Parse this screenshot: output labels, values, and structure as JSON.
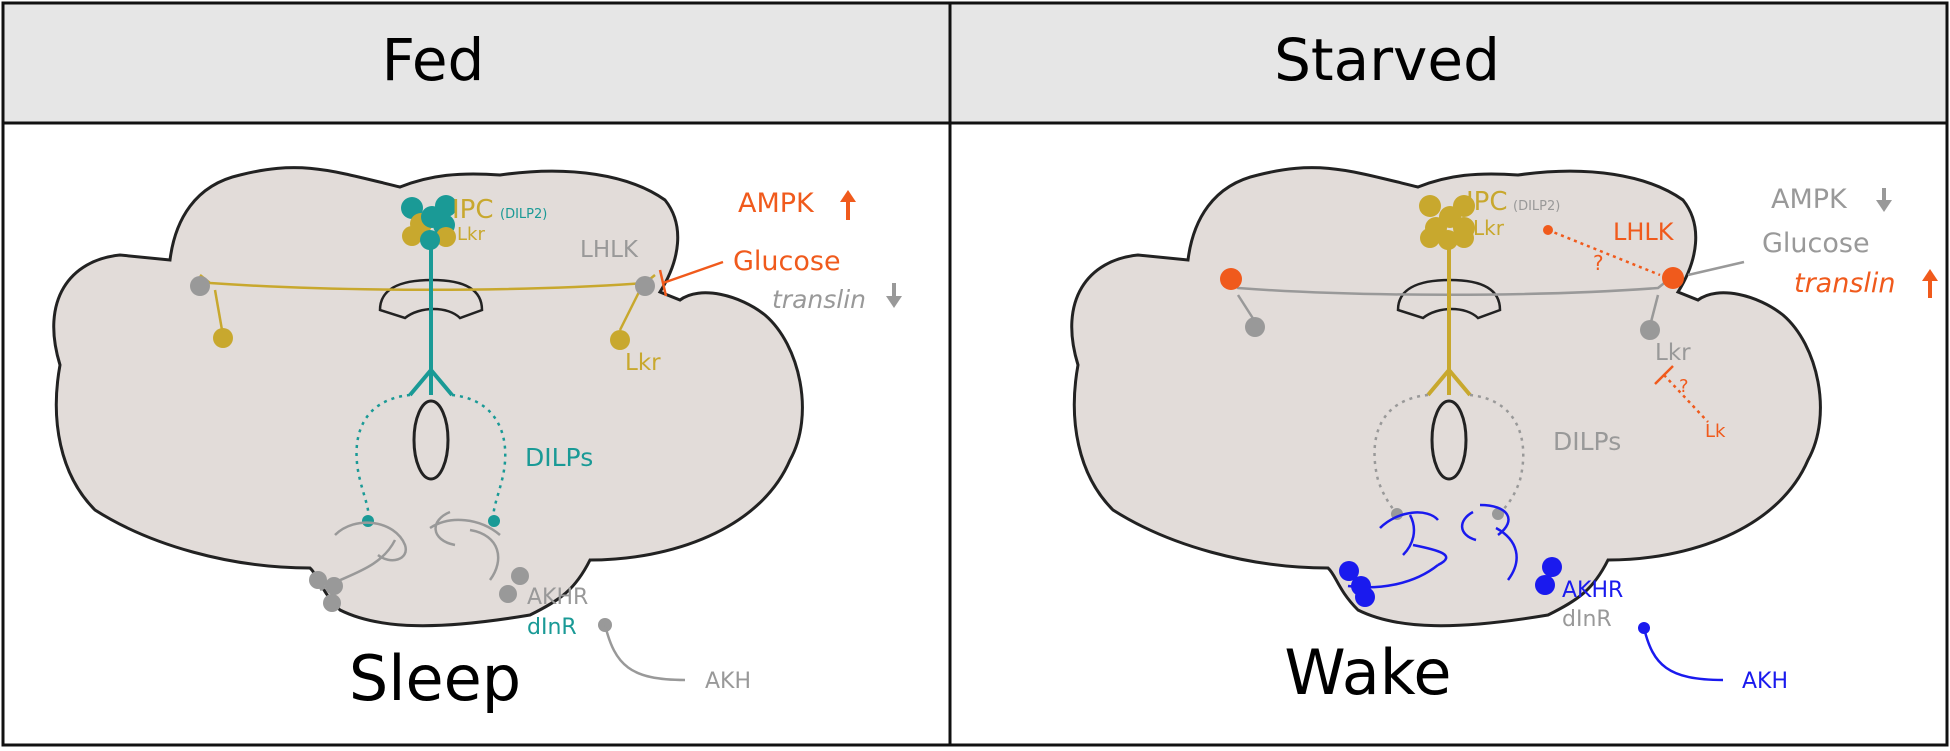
{
  "colors": {
    "header_bg": "#e6e6e6",
    "brain_fill": "#e2dcd9",
    "teal": "#1a9a96",
    "gold": "#c8a82e",
    "gray": "#999999",
    "orange": "#f05a1c",
    "blue": "#1a1aee"
  },
  "fed": {
    "header": "Fed",
    "state": "Sleep",
    "ipc": "IPC",
    "ipc_sub": "(DILP2)",
    "ipc_lkr": "Lkr",
    "lhlk": "LHLK",
    "ampk": "AMPK",
    "glucose": "Glucose",
    "translin": "translin",
    "lkr": "Lkr",
    "dilps": "DILPs",
    "akhr": "AKHR",
    "dinr": "dInR",
    "akh": "AKH"
  },
  "starved": {
    "header": "Starved",
    "state": "Wake",
    "ipc": "IPC",
    "ipc_sub": "(DILP2)",
    "ipc_lkr": "Lkr",
    "lhlk": "LHLK",
    "ampk": "AMPK",
    "glucose": "Glucose",
    "translin": "translin",
    "lkr": "Lkr",
    "lk": "Lk",
    "q1": "?",
    "q2": "?",
    "dilps": "DILPs",
    "akhr": "AKHR",
    "dinr": "dInR",
    "akh": "AKH"
  }
}
